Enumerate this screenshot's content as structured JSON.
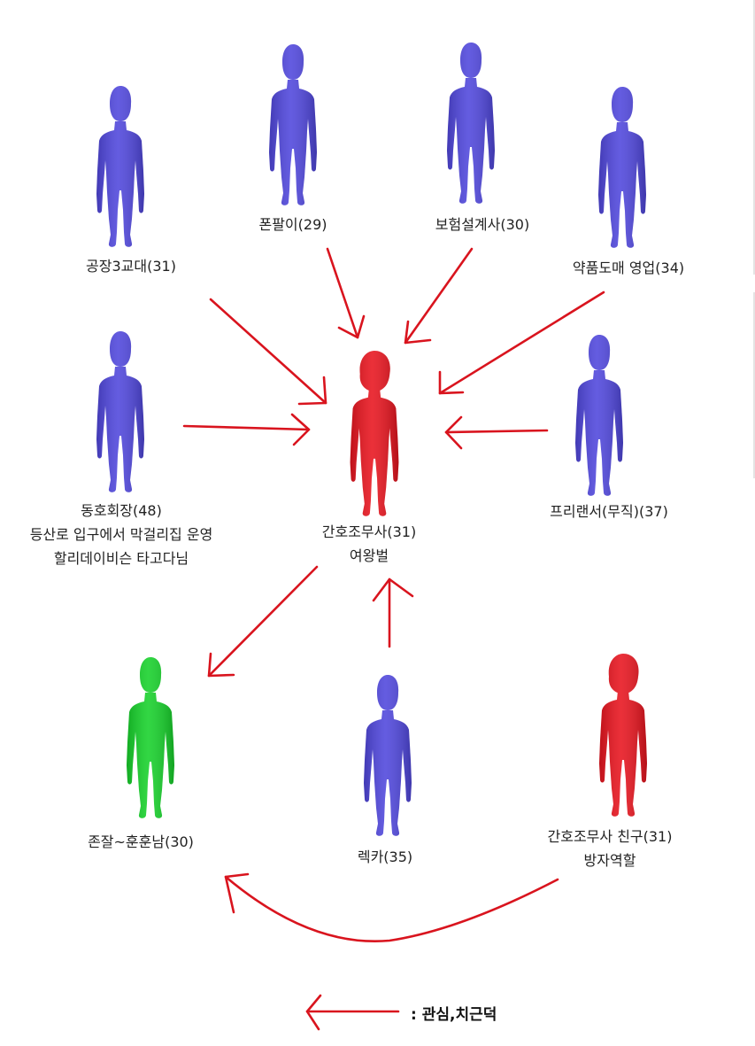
{
  "figure": {
    "colors": {
      "male": "#4f46dc",
      "female": "#e8141e",
      "highlight": "#16d12a",
      "arrow": "#d9141e"
    },
    "nodes": [
      {
        "id": "factory",
        "lines": [
          "공장3교대(31)"
        ],
        "color": "male",
        "icon": "person-icon"
      },
      {
        "id": "phone",
        "lines": [
          "폰팔이(29)"
        ],
        "color": "male",
        "icon": "person-icon"
      },
      {
        "id": "insurance",
        "lines": [
          "보험설계사(30)"
        ],
        "color": "male",
        "icon": "person-icon"
      },
      {
        "id": "pharma",
        "lines": [
          "약품도매 영업(34)"
        ],
        "color": "male",
        "icon": "person-icon"
      },
      {
        "id": "club",
        "lines": [
          "동호회장(48)",
          "등산로 입구에서 막걸리집 운영",
          "할리데이비슨 타고다님"
        ],
        "color": "male",
        "icon": "person-icon"
      },
      {
        "id": "nurse",
        "lines": [
          "간호조무사(31)",
          "여왕벌"
        ],
        "color": "female",
        "icon": "person-icon"
      },
      {
        "id": "freelancer",
        "lines": [
          "프리랜서(무직)(37)"
        ],
        "color": "male",
        "icon": "person-icon"
      },
      {
        "id": "handsome",
        "lines": [
          "존잘~훈훈남(30)"
        ],
        "color": "highlight",
        "icon": "person-icon"
      },
      {
        "id": "lecar",
        "lines": [
          "렉카(35)"
        ],
        "color": "male",
        "icon": "person-icon"
      },
      {
        "id": "friend",
        "lines": [
          "간호조무사 친구(31)",
          "방자역할"
        ],
        "color": "female",
        "icon": "person-icon"
      }
    ],
    "edges": [
      {
        "from": "factory",
        "to": "nurse"
      },
      {
        "from": "phone",
        "to": "nurse"
      },
      {
        "from": "insurance",
        "to": "nurse"
      },
      {
        "from": "pharma",
        "to": "nurse"
      },
      {
        "from": "club",
        "to": "nurse"
      },
      {
        "from": "freelancer",
        "to": "nurse"
      },
      {
        "from": "nurse",
        "to": "handsome"
      },
      {
        "from": "lecar",
        "to": "nurse"
      },
      {
        "from": "friend",
        "to": "handsome"
      }
    ],
    "legend": {
      "text": ": 관심,치근덕",
      "icon": "arrow-left-icon"
    }
  }
}
